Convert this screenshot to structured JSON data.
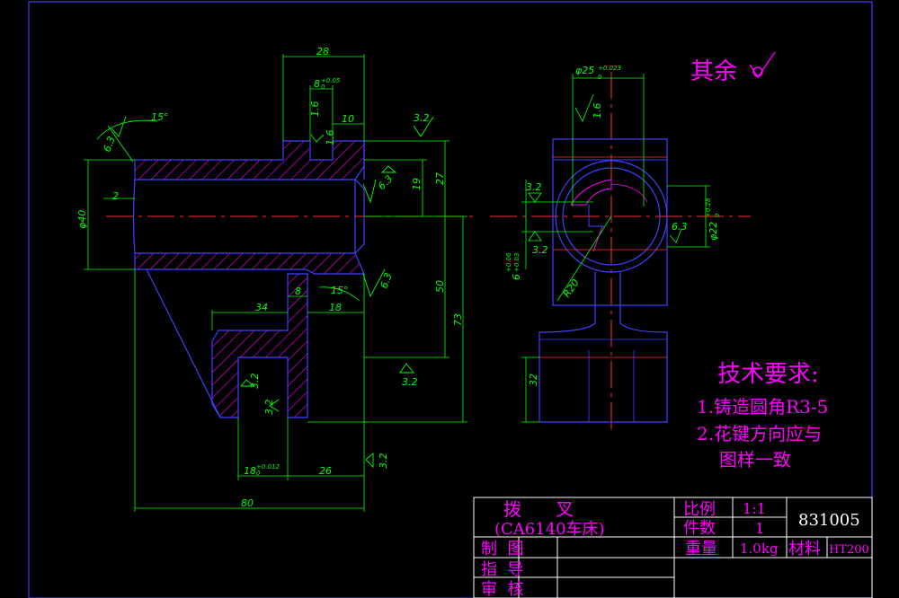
{
  "left_view": {
    "dims": {
      "top_width": "28",
      "slot_width": "8",
      "slot_tol_upper": "+0.05",
      "slot_tol_lower": "0",
      "slot_offset": "10",
      "rough_1_8_top": "1.6",
      "rough_1_8_slot": "1.6",
      "slot_depth": "19",
      "top_height": "27",
      "bore_dia": "φ40",
      "chamfer_left": "2",
      "angle_top": "15°",
      "angle_bottom": "15°",
      "rough_6_3_left": "6.3",
      "rough_6_3_right": "6.3",
      "rough_6_3_bottom_right": "6.3",
      "rough_3_2_top": "3.2",
      "rough_3_2_low": "3.2",
      "rough_3_2_inner": "3.2",
      "rough_3_2_inner2": "3.2",
      "rough_3_2_bottom": "3.2",
      "height_50": "50",
      "height_73": "73",
      "span_34": "34",
      "span_18": "18",
      "web_8": "8",
      "slot_18": "18",
      "slot_18_tol_upper": "+0.012",
      "slot_18_tol_lower": "0",
      "span_26": "26",
      "total_80": "80"
    }
  },
  "right_view": {
    "dims": {
      "bore_dia": "φ25",
      "bore_tol_upper": "+0.023",
      "bore_tol_lower": "0",
      "rough_1_6": "1.6",
      "rough_3_2_a": "3.2",
      "rough_3_2_b": "3.2",
      "rough_6_3": "6.3",
      "key_dia": "φ22",
      "key_tol_upper": "+0.28",
      "key_tol_lower": "0",
      "key_width": "6",
      "key_tol_w_upper": "+0.06",
      "key_tol_w_lower": "+0.03",
      "radius": "R20",
      "bottom_32": "32"
    }
  },
  "surface_note": "其余",
  "tech_req": {
    "title": "技术要求:",
    "item1": "1.铸造圆角R3-5",
    "item2": "2.花键方向应与",
    "item3": "图样一致"
  },
  "title_block": {
    "part_name": "拨      叉",
    "machine": "(CA6140车床)",
    "scale_label": "比例",
    "scale_value": "1:1",
    "qty_label": "件数",
    "qty_value": "1",
    "weight_label": "重量",
    "weight_value": "1.0kg",
    "material_label": "材料",
    "material_value": "HT200",
    "drawing_no": "831005",
    "drawn_by": "制  图",
    "guide_by": "指  导",
    "checked_by": "审  核"
  }
}
